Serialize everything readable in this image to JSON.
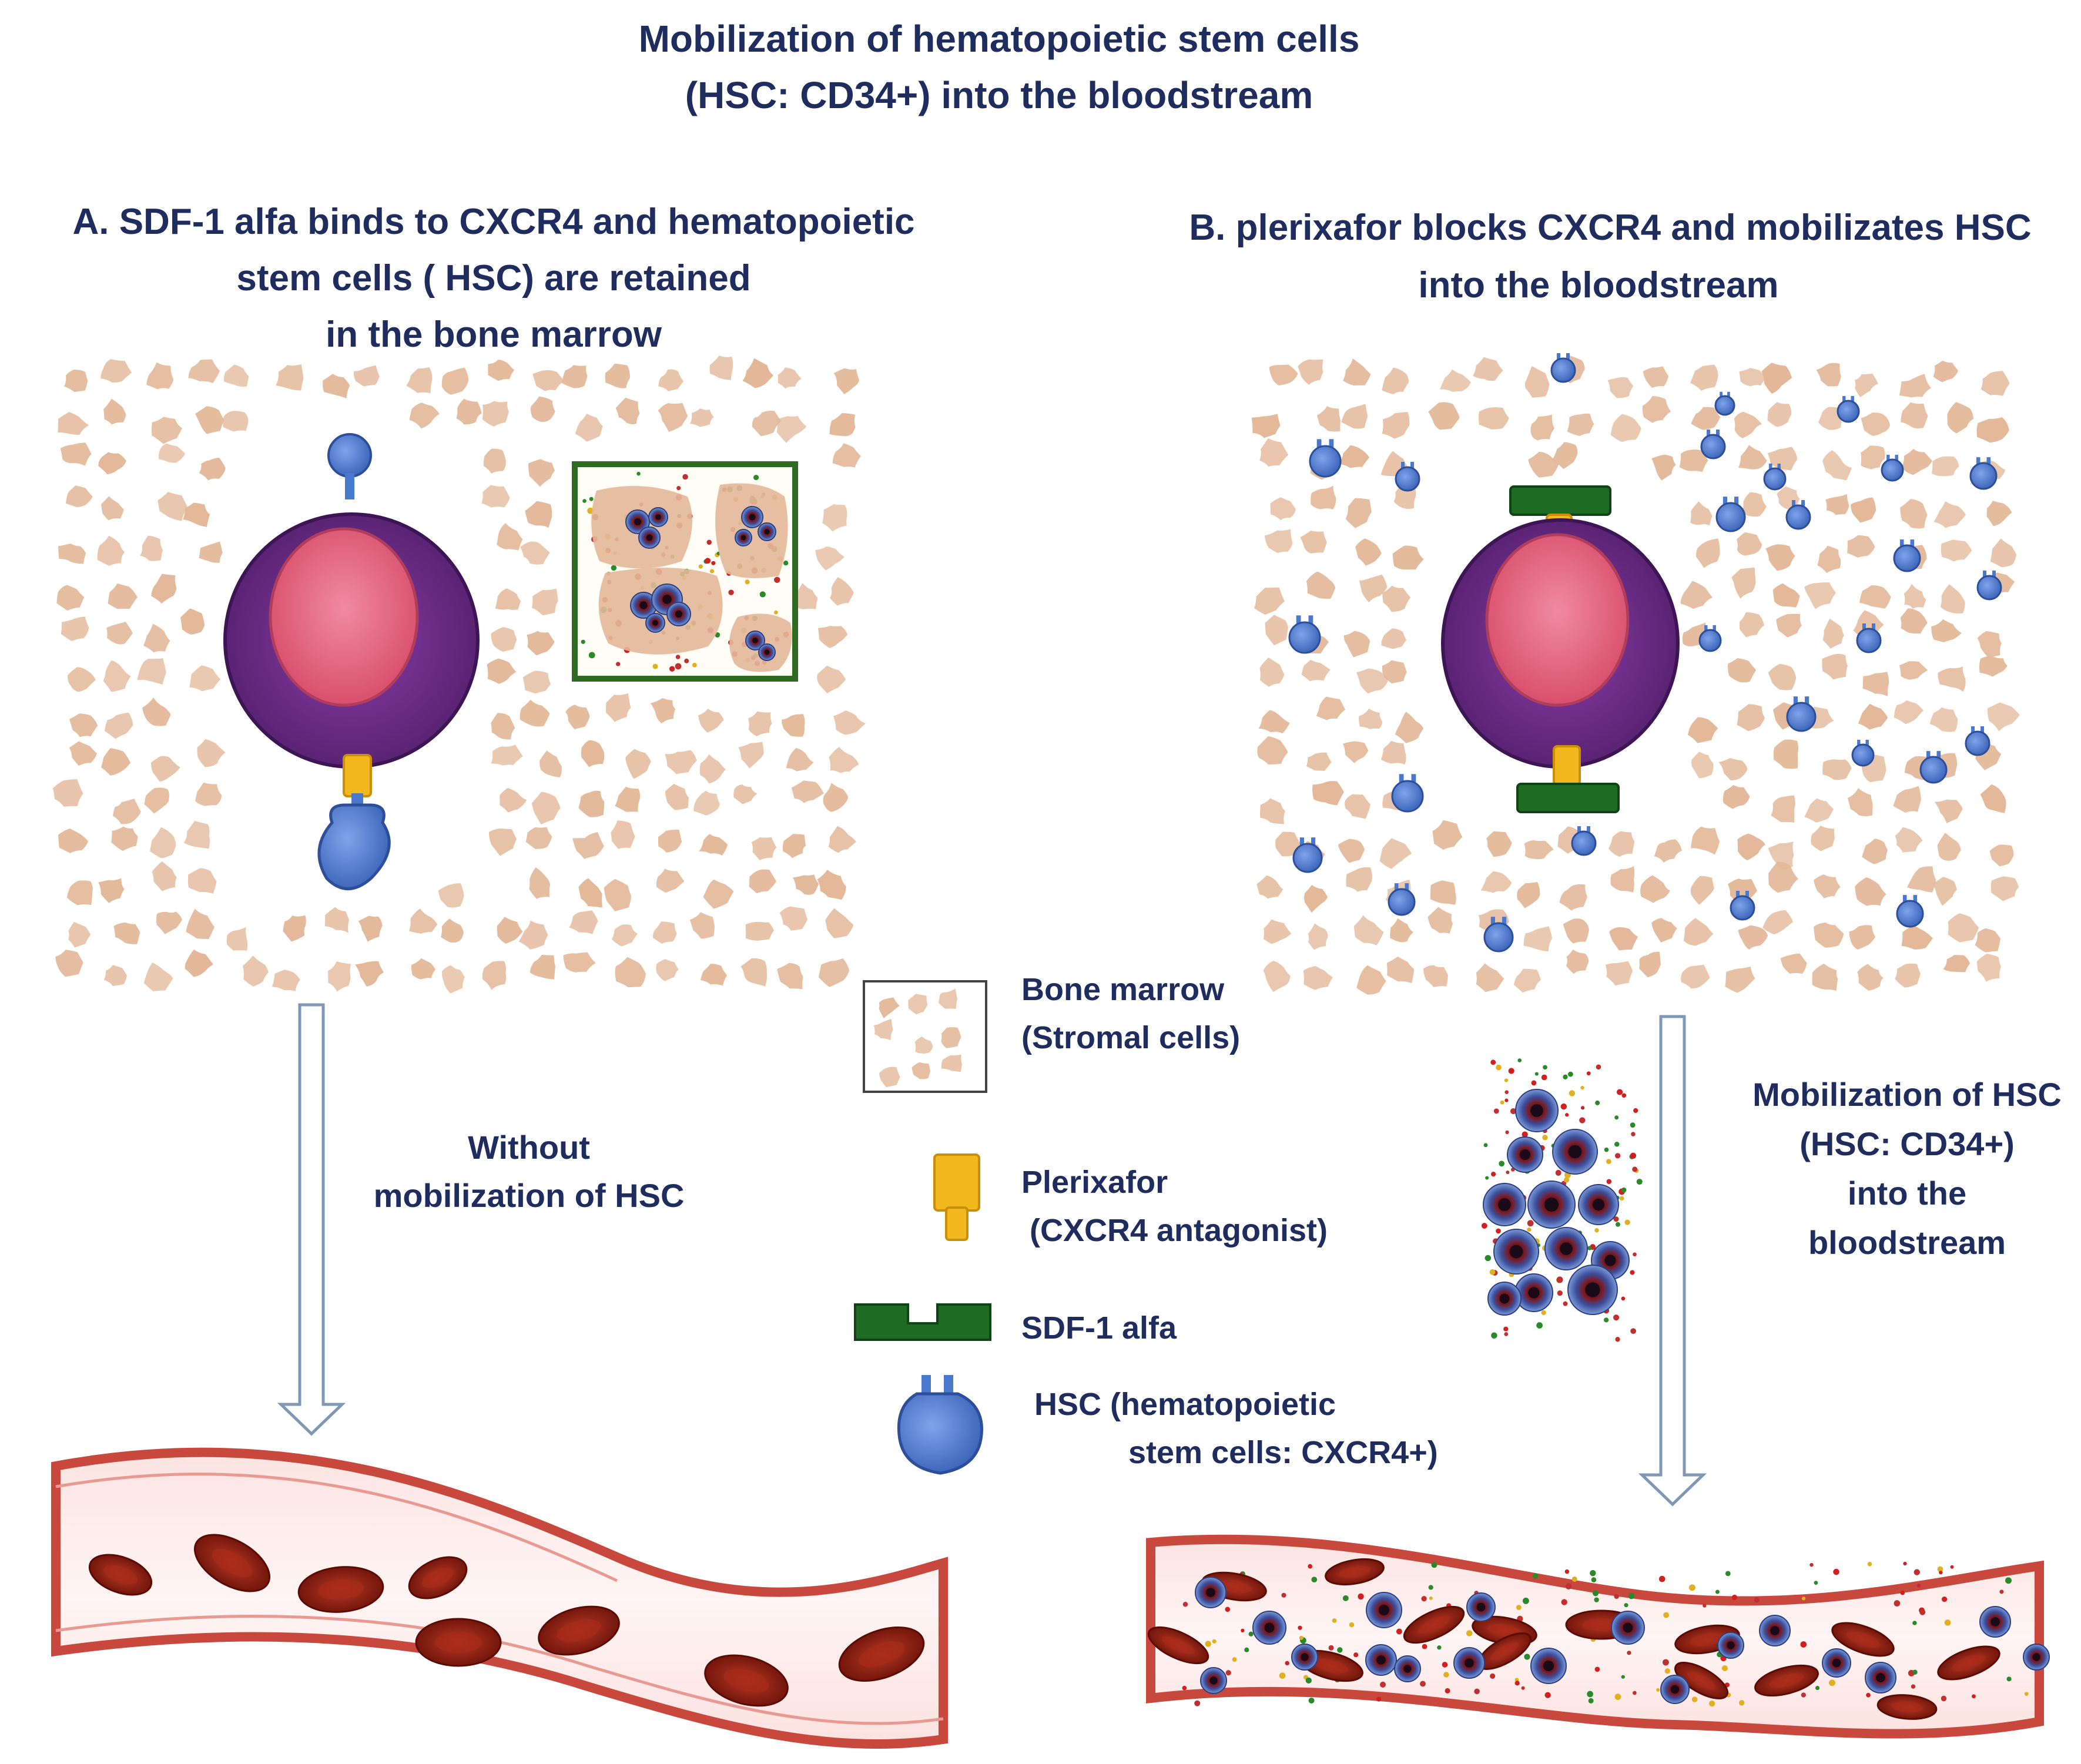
{
  "title": {
    "line1": "Mobilization of hematopoietic stem cells",
    "line2": "(HSC: CD34+) into the bloodstream"
  },
  "panel_a": {
    "heading_line1": "A. SDF-1 alfa binds to CXCR4 and hematopoietic",
    "heading_line2": "stem cells ( HSC) are retained",
    "heading_line3": "in the bone marrow",
    "arrow_label_line1": "Without",
    "arrow_label_line2": "mobilization of HSC"
  },
  "panel_b": {
    "heading_line1": "B. plerixafor blocks CXCR4 and mobilizates HSC",
    "heading_line2": "into the bloodstream",
    "arrow_label_line1": "Mobilization of HSC",
    "arrow_label_line2": "(HSC: CD34+)",
    "arrow_label_line3": "into the",
    "arrow_label_line4": "bloodstream"
  },
  "legend": {
    "bone_marrow_line1": "Bone marrow",
    "bone_marrow_line2": "(Stromal cells)",
    "plerixafor_line1": "Plerixafor",
    "plerixafor_line2": "(CXCR4 antagonist)",
    "sdf1": "SDF-1 alfa",
    "hsc_line1": "HSC (hematopoietic",
    "hsc_line2": "stem cells: CXCR4+)"
  },
  "colors": {
    "text": "#1f2d5e",
    "stromal": "#e3b899",
    "cell_outer": "#6a2c86",
    "cell_inner": "#e0647f",
    "hsc": "#4a78cc",
    "plerixafor": "#f2b81e",
    "sdf1": "#1e6b24",
    "vessel": "#c9483e",
    "rbc": "#8b1c10",
    "arrow": "#7f97b5"
  }
}
